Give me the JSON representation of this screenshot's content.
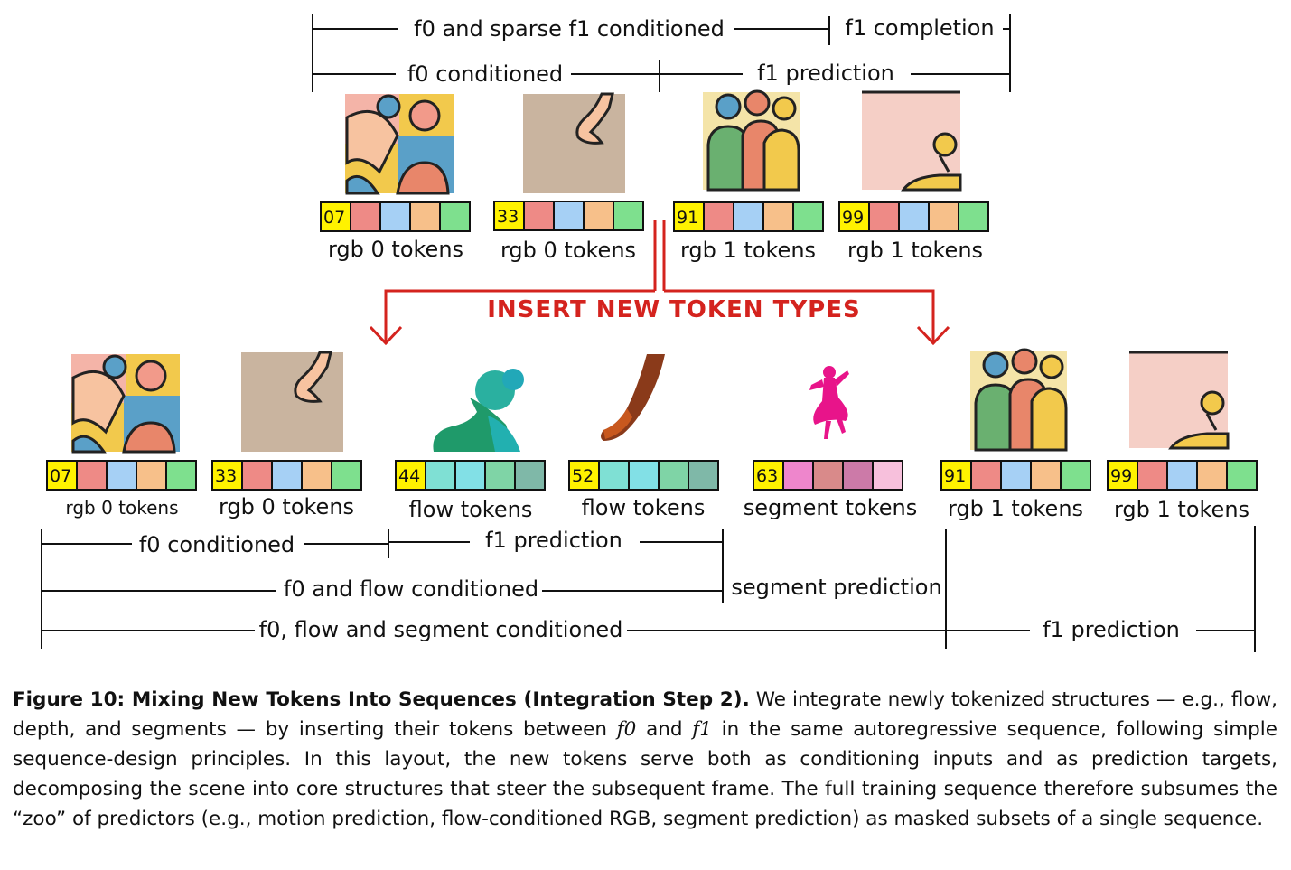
{
  "top": {
    "brackets": {
      "f0_sparse": "f0 and sparse f1 conditioned",
      "f1_completion": "f1 completion",
      "f0_cond": "f0 conditioned",
      "f1_pred": "f1 prediction"
    },
    "groups": [
      {
        "index": "07",
        "label": "rgb 0 tokens"
      },
      {
        "index": "33",
        "label": "rgb 0 tokens"
      },
      {
        "index": "91",
        "label": "rgb 1 tokens"
      },
      {
        "index": "99",
        "label": "rgb 1 tokens"
      }
    ]
  },
  "insert_label": "INSERT NEW TOKEN TYPES",
  "bottom": {
    "groups": [
      {
        "index": "07",
        "label": "rgb 0 tokens"
      },
      {
        "index": "33",
        "label": "rgb 0 tokens"
      },
      {
        "index": "44",
        "label": "flow tokens"
      },
      {
        "index": "52",
        "label": "flow tokens"
      },
      {
        "index": "63",
        "label": "segment tokens"
      },
      {
        "index": "91",
        "label": "rgb 1 tokens"
      },
      {
        "index": "99",
        "label": "rgb 1 tokens"
      }
    ],
    "brackets": {
      "f0_cond": "f0 conditioned",
      "f1_pred": "f1 prediction",
      "f0_flow": "f0 and flow conditioned",
      "seg_pred": "segment prediction",
      "f0_flow_seg": "f0, flow and segment conditioned",
      "f1_pred2": "f1 prediction"
    }
  },
  "colors": {
    "index_cell": "#fff200",
    "rgb_tokens": [
      "#ee8a86",
      "#a6d0f5",
      "#f7c08a",
      "#7ee08e"
    ],
    "flow_tokens": [
      "#7fe0d4",
      "#82e0e6",
      "#7fd4a6",
      "#7fb8a8"
    ],
    "segment_tokens": [
      "#ee86cc",
      "#d98a8a",
      "#cc7aa8",
      "#f7c0dc"
    ],
    "insert_arrow": "#d4231e"
  },
  "caption": {
    "title": "Figure 10: Mixing New Tokens Into Sequences (Integration Step 2).",
    "text_1": " We integrate newly tokenized structures — e.g., flow, depth, and segments — by inserting their tokens between ",
    "f0": "f0",
    "text_2": " and ",
    "f1": "f1",
    "text_3": " in the same autoregressive sequence, following simple sequence-design principles. In this layout, the new tokens serve both as conditioning inputs and as prediction targets, decomposing the scene into core structures that steer the subsequent frame. The full training sequence therefore subsumes the “zoo” of predictors (e.g., motion prediction, flow-conditioned RGB, segment prediction) as masked subsets of a single sequence."
  }
}
